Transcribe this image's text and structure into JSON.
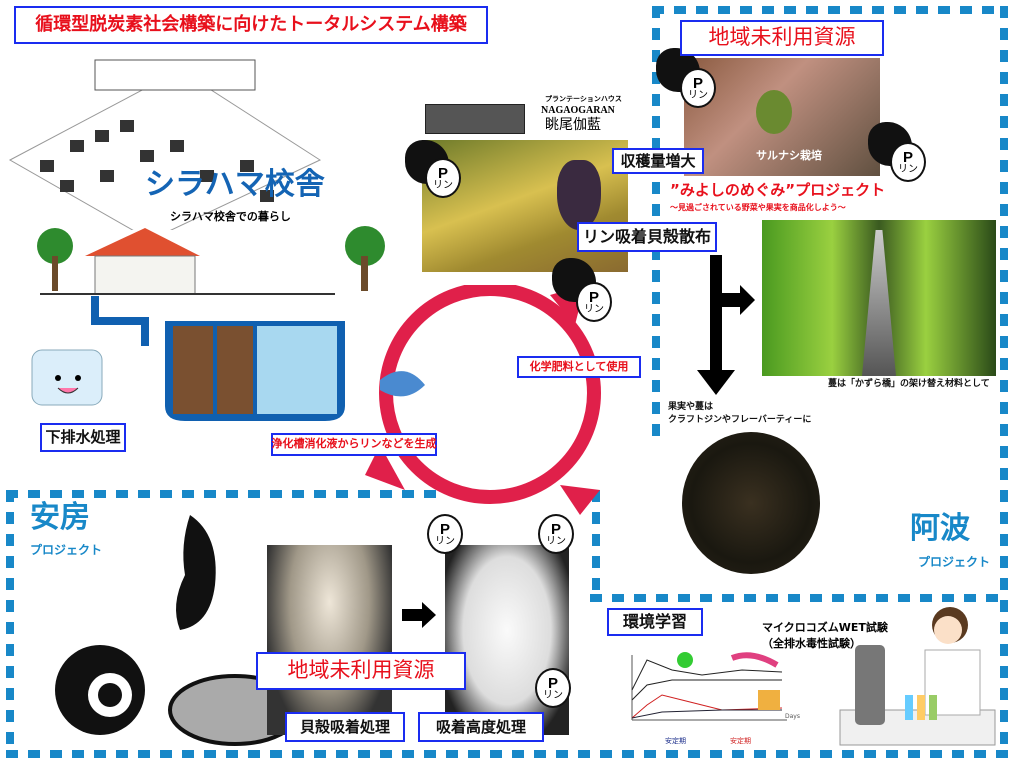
{
  "title": "循環型脱炭素社会構築に向けたトータルシステム構築",
  "shirahama": {
    "title": "シラハマ校舎",
    "subtitle": "シラハマ校舎での暮らし",
    "wastewater_label": "下排水処理"
  },
  "vineyard": {
    "brand_small": "プランテーションハウス",
    "brand_en": "NAGAOGARAN",
    "brand_jp": "眺尾伽藍",
    "harvest_label": "収穫量増大",
    "spread_label": "リン吸着貝殻散布"
  },
  "cycle": {
    "fertilizer_label": "化学肥料として使用",
    "generate_label": "浄化槽消化液からリンなどを生成"
  },
  "phosphorus": {
    "symbol": "P",
    "reading": "リン"
  },
  "awa": {
    "resource_title": "地域未利用資源",
    "sarunashi_caption": "サルナシ栽培",
    "project_title": "”みよしのめぐみ”プロジェクト",
    "project_subtitle": "～見過ごされている野菜や果実を商品化しよう～",
    "bridge_caption": "蔓は「かずら橋」の架け替え材料として",
    "tea_caption_1": "果実や蔓は",
    "tea_caption_2": "クラフトジンやフレーバーティーに",
    "name": "阿波",
    "name_sub": "プロジェクト"
  },
  "boso": {
    "name": "安房",
    "name_sub": "プロジェクト",
    "resource_title": "地域未利用資源",
    "step1_label": "貝殻吸着処理",
    "step2_label": "吸着高度処理"
  },
  "env": {
    "title": "環境学習",
    "wet_title": "マイクロコズムWET試験",
    "wet_sub": "（全排水毒性試験）",
    "chart_x_unit": "Days",
    "chart_phase_1": "安定期",
    "chart_phase_2": "安定期"
  },
  "colors": {
    "accent_red": "#e8101c",
    "border_blue": "#1a2cf0",
    "dash_blue": "#1888c8",
    "cycle_red": "#e0204a",
    "title_blue": "#1464b4"
  }
}
